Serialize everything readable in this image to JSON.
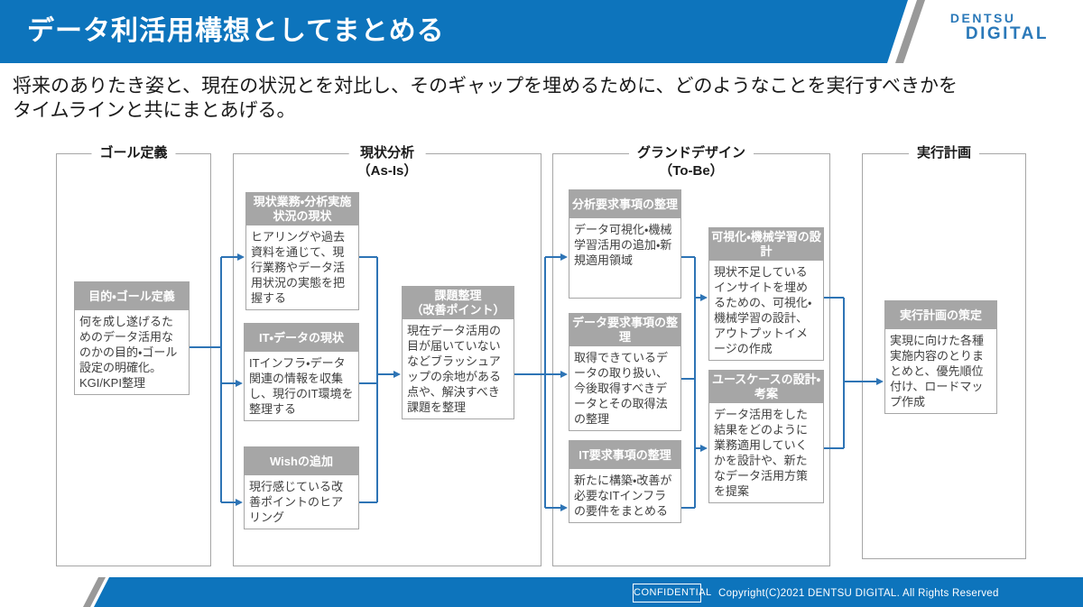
{
  "header": {
    "title": "データ利活用構想としてまとめる",
    "logo_line1": "DENTSU",
    "logo_line2": "DIGITAL"
  },
  "intro": {
    "text": "将来のありたき姿と、現在の状況とを対比し、そのギャップを埋めるために、どのようなことを実行すべきかを\nタイムラインと共にまとあげる。"
  },
  "columns": {
    "goal": {
      "title": "ゴール定義"
    },
    "asis": {
      "title": "現状分析\n（As-Is）"
    },
    "tobe": {
      "title": "グランドデザイン\n（To-Be）"
    },
    "plan": {
      "title": "実行計画"
    }
  },
  "boxes": {
    "goal_def": {
      "header": "目的・ゴール定義",
      "body": "何を成し遂げるためのデータ活用なのかの目的・ゴール設定の明確化。KGI/KPI整理"
    },
    "current_biz": {
      "header": "現状業務・分析実施状況の現状",
      "body": "ヒアリングや過去資料を通じて、現行業務やデータ活用状況の実態を把握する"
    },
    "it_data": {
      "header": "IT・データの現状",
      "body": "ITインフラ・データ関連の情報を収集し、現行のIT環境を整理する"
    },
    "wish": {
      "header": "Wishの追加",
      "body": "現行感じている改善ポイントのヒアリング"
    },
    "issues": {
      "header": "課題整理\n（改善ポイント）",
      "body": "現在データ活用の目が届いていないなどブラッシュアップの余地がある点や、解決すべき課題を整理"
    },
    "analysis_req": {
      "header": "分析要求事項の整理",
      "body": "データ可視化・機械学習活用の追加・新規適用領域"
    },
    "data_req": {
      "header": "データ要求事項の整理",
      "body": "取得できているデータの取り扱い、今後取得すべきデータとその取得法の整理"
    },
    "it_req": {
      "header": "IT要求事項の整理",
      "body": "新たに構築・改善が必要なITインフラの要件をまとめる"
    },
    "viz_ml": {
      "header": "可視化・機械学習の設計",
      "body": "現状不足しているインサイトを埋めるための、可視化・機械学習の設計、アウトプットイメージの作成"
    },
    "usecase": {
      "header": "ユースケースの設計・考案",
      "body": "データ活用をした結果をどのように業務適用していくかを設計や、新たなデータ活用方策を提案"
    },
    "exec_plan": {
      "header": "実行計画の策定",
      "body": "実現に向けた各種実施内容のとりまとめと、優先順位付け、ロードマップ作成"
    }
  },
  "footer": {
    "confidential": "CONFIDENTIAL",
    "copyright": "Copyright(C)2021 DENTSU DIGITAL. All Rights Reserved"
  },
  "colors": {
    "brand_blue": "#0d74bc",
    "connector_blue": "#2e74b5",
    "node_header_gray": "#a6a6a6",
    "stripe_gray": "#999999",
    "body_text": "#404040"
  }
}
